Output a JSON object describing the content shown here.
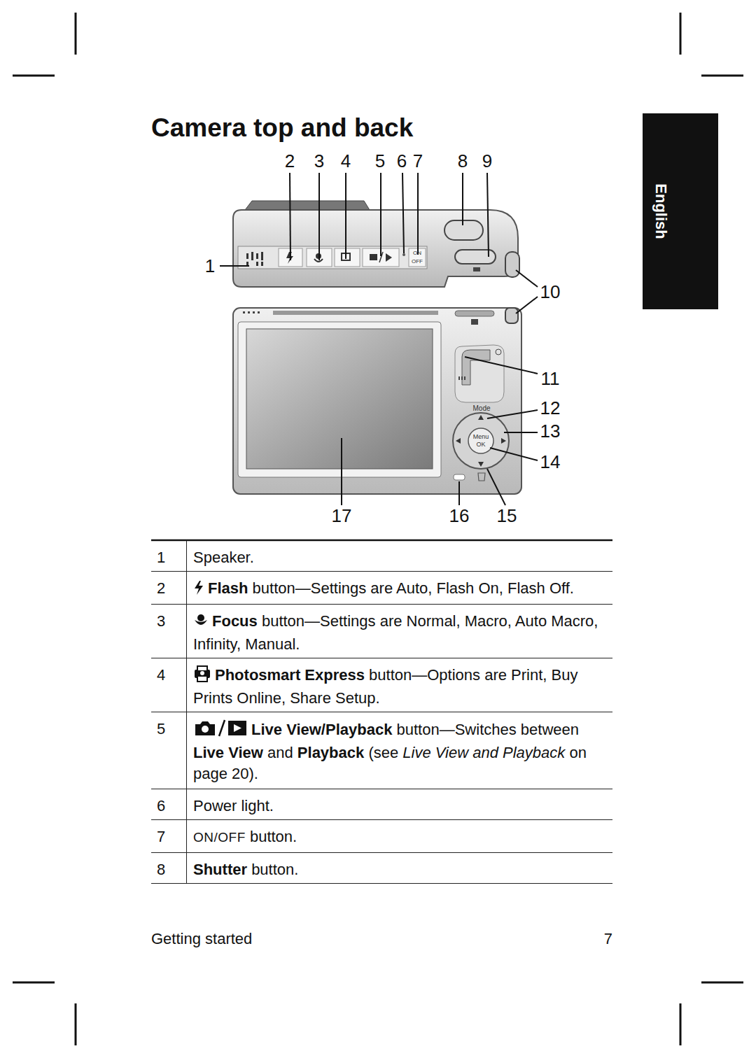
{
  "diagram": {
    "title": "Camera top and back",
    "labels": [
      "2",
      "3",
      "4",
      "5",
      "6",
      "7",
      "8",
      "9",
      "1",
      "10",
      "11",
      "12",
      "13",
      "14",
      "17",
      "16",
      "15",
      "English",
      "ON",
      "OFF",
      "Mode",
      "Menu",
      "OK",
      "1",
      "Speaker.",
      "2",
      "Flash",
      "button—Settings are Auto, Flash On, Flash Off.",
      "3",
      "Focus",
      "button—Settings are Normal, Macro, Auto Macro, Infinity, Manual.",
      "4",
      "Photosmart Express",
      "button—Options are Print, Buy Prints Online, Share Setup.",
      "5",
      "Live View/Playback",
      "button—Switches between",
      "Live View",
      "and",
      "Playback",
      "(see",
      "Live View and Playback",
      "on page 20).",
      "6",
      "Power light.",
      "7",
      "ON/OFF",
      "button.",
      "8",
      "Shutter",
      "button.",
      "Getting started",
      "7"
    ]
  }
}
